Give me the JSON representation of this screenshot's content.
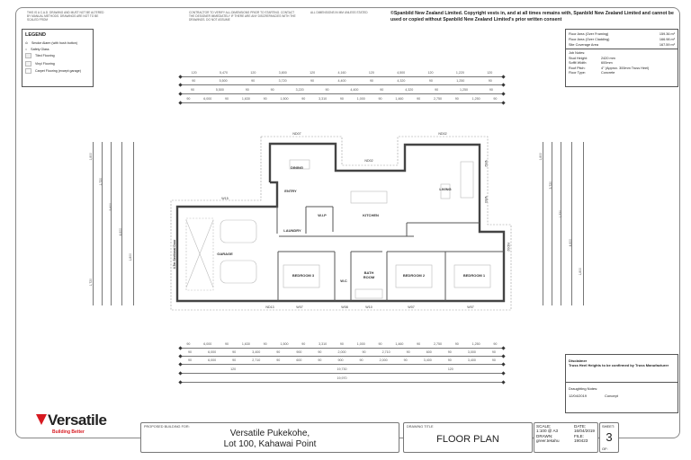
{
  "header": {
    "note1": "THIS IS A C.A.D. DRAWING AND MUST NOT BE ALTERED BY MANUAL METHODS. DRAWINGS ARE NOT TO BE SCALED FROM",
    "note2": "CONTRACTOR TO VERIFY ALL DIMENSIONS PRIOR TO STARTING. CONTACT THE DESIGNER IMMEDIATELY IF THERE ARE ANY DISCREPANCIES WITH THE DRAWINGS. DO NOT ASSUME",
    "note3": "ALL DIMENSIONS IN MM UNLESS STATED",
    "copyright": "©Spanbild New Zealand Limited. Copyright vests in, and at all times remains with, Spanbild New Zealand Limited and cannot be used or copied without Spanbild New Zealand Limited's prior written consent"
  },
  "legend": {
    "title": "LEGEND",
    "items": [
      {
        "label": "Smoke Alarm (with hush button)",
        "icon": "smoke-alarm-icon"
      },
      {
        "label": "Safety Glass",
        "icon": "safety-glass-icon"
      },
      {
        "label": "Tiled Flooring",
        "swatch": "#eeeeee"
      },
      {
        "label": "Vinyl Flooring",
        "swatch": "#f4f4f4"
      },
      {
        "label": "Carpet Flooring (except garage)",
        "swatch": "#fafafa"
      }
    ]
  },
  "areas": {
    "rows": [
      {
        "label": "Floor Area (Over Framing)",
        "value": "159.36 m²"
      },
      {
        "label": "Floor Area (Over Cladding)",
        "value": "166.98 m²"
      },
      {
        "label": "Site Coverage Area",
        "value": "167.59 m²"
      }
    ],
    "job_notes_title": "Job Notes:",
    "job_notes": [
      {
        "label": "Stud Height:",
        "value": "2420 mm"
      },
      {
        "label": "Soffit Width:",
        "value": "600mm"
      },
      {
        "label": "Roof Pitch:",
        "value": "4° (Approx. 300mm Truss Heel)"
      },
      {
        "label": "Floor Type:",
        "value": "Concrete"
      }
    ]
  },
  "dimensions": {
    "top": [
      [
        "120",
        "5,470",
        "120",
        "3,800",
        "120",
        "4,160",
        "120",
        "4,500",
        "120",
        "1,220",
        "120"
      ],
      [
        "90",
        "5,500",
        "90",
        "3,720",
        "90",
        "4,400",
        "90",
        "4,320",
        "90",
        "1,250",
        "90"
      ],
      [
        "90",
        "5,500",
        "90",
        "90",
        "3,220",
        "90",
        "4,400",
        "90",
        "4,320",
        "90",
        "1,250",
        "90"
      ],
      [
        "90",
        "6,000",
        "90",
        "1,630",
        "90",
        "1,500",
        "90",
        "3,310",
        "90",
        "1,000",
        "90",
        "1,460",
        "90",
        "2,750",
        "90",
        "1,250",
        "90"
      ]
    ],
    "bottom": [
      [
        "90",
        "6,000",
        "90",
        "1,630",
        "90",
        "1,500",
        "90",
        "3,310",
        "90",
        "1,000",
        "90",
        "1,460",
        "90",
        "2,750",
        "90",
        "1,250",
        "90"
      ],
      [
        "90",
        "6,000",
        "90",
        "3,400",
        "90",
        "900",
        "90",
        "2,000",
        "90",
        "2,710",
        "90",
        "600",
        "90",
        "3,000",
        "90"
      ],
      [
        "90",
        "6,000",
        "90",
        "2,710",
        "90",
        "600",
        "90",
        "900",
        "90",
        "2,000",
        "90",
        "3,400",
        "90",
        "3,400",
        "90"
      ],
      [
        "120",
        "19,730",
        "120"
      ],
      [
        "19,970"
      ]
    ],
    "left": [
      "1,800",
      "1,720",
      "5,600",
      "4,600",
      "1,800",
      "1,720"
    ],
    "right": [
      "1,800",
      "3,720",
      "1,720",
      "4,600",
      "1,800"
    ]
  },
  "plan": {
    "rooms": {
      "dining": "DINING",
      "entry": "ENTRY",
      "living": "LIVING",
      "kitchen": "KITCHEN",
      "wip": "W.I.P",
      "laundry": "LAUNDRY",
      "garage": "GARAGE",
      "bedroom3": "BEDROOM 3",
      "bathroom1": "BATH",
      "bathroom2": "ROOM",
      "wc": "W.C",
      "bedroom2": "BEDROOM 2",
      "bedroom1": "BEDROOM 1"
    },
    "garage_door": "4.7m Sectional Door",
    "windows": {
      "nd07": "ND07",
      "nd02_top": "ND02",
      "nd02_mid": "ND02",
      "w15": "W15",
      "nd13": "ND13",
      "w07a": "W07",
      "w08": "W08",
      "w10": "W10",
      "w07b": "W07",
      "w07c": "W07",
      "w02": "W02",
      "w03": "W03",
      "nd02_side": "ND02"
    }
  },
  "disclaimer": {
    "title": "Disclaimer",
    "text": "Truss Heel Heights to be confirmed by Truss Manufacturer",
    "notes_title": "Draughting Notes:",
    "note_date": "12/04/2019",
    "note_text": "Concept"
  },
  "title_block": {
    "brand": "Versatile",
    "tagline": "Building Better",
    "brand_color": "#d71920",
    "proposed_label": "PROPOSED BUILDING FOR:",
    "proposed_line1": "Versatile Pukekohe,",
    "proposed_line2": "Lot 100, Kahawai Point",
    "drawing_title_label": "DRAWING TITLE",
    "drawing_title": "FLOOR PLAN",
    "scale_label": "SCALE:",
    "scale": "1:100 @ A3",
    "date_label": "DATE:",
    "date": "16/04/2019",
    "drawn_label": "DRAWN:",
    "drawn": "greer.tekahu",
    "file_label": "FILE:",
    "file": "190423",
    "sheet_label": "SHEET:",
    "sheet": "3",
    "of_label": "OF:"
  }
}
